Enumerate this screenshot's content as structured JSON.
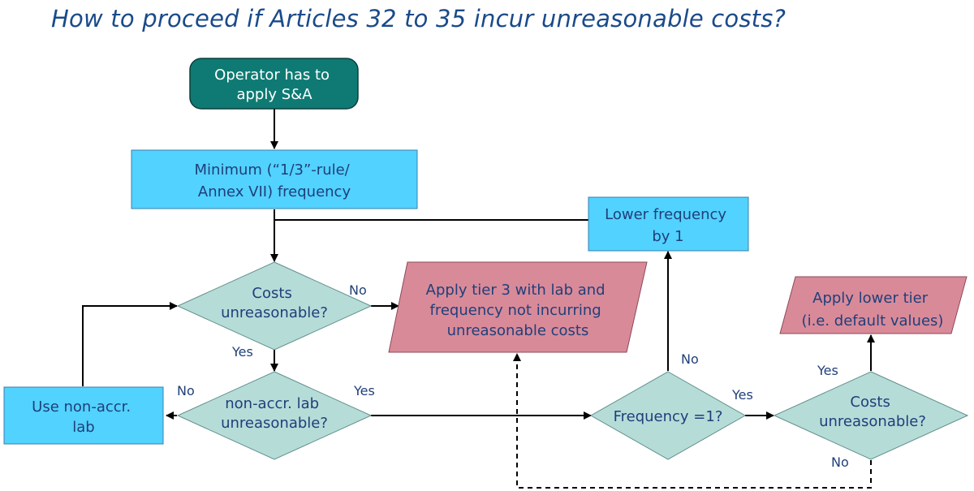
{
  "title": "How to proceed if Articles 32 to 35 incur unreasonable costs?",
  "nodes": {
    "start": [
      "Operator has to",
      "apply S&A"
    ],
    "minimum_frequency": [
      "Minimum (“1/3”-rule/",
      "Annex VII) frequency"
    ],
    "lower_frequency": [
      "Lower frequency",
      "by 1"
    ],
    "costs_unreasonable_1": [
      "Costs",
      "unreasonable?"
    ],
    "apply_tier3": [
      "Apply tier 3 with lab and",
      "frequency not incurring",
      "unreasonable costs"
    ],
    "apply_lower_tier": [
      "Apply lower tier",
      "(i.e. default values)"
    ],
    "non_accr_lab_unreasonable": [
      "non-accr. lab",
      "unreasonable?"
    ],
    "use_non_accr_lab": [
      "Use non-accr.",
      "lab"
    ],
    "frequency_eq_1": [
      "Frequency =1?"
    ],
    "costs_unreasonable_2": [
      "Costs",
      "unreasonable?"
    ]
  },
  "edge_labels": {
    "costs1_no": "No",
    "costs1_yes": "Yes",
    "lab_no": "No",
    "lab_yes": "Yes",
    "freq_no": "No",
    "freq_yes": "Yes",
    "costs2_yes": "Yes",
    "costs2_no": "No"
  },
  "colors": {
    "title": "#1a4a8a",
    "start_fill": "#0e7a73",
    "box_fill": "#52d2ff",
    "decision_fill": "#b6dcd8",
    "output_fill": "#d98a99",
    "text": "#1f3f7a"
  }
}
